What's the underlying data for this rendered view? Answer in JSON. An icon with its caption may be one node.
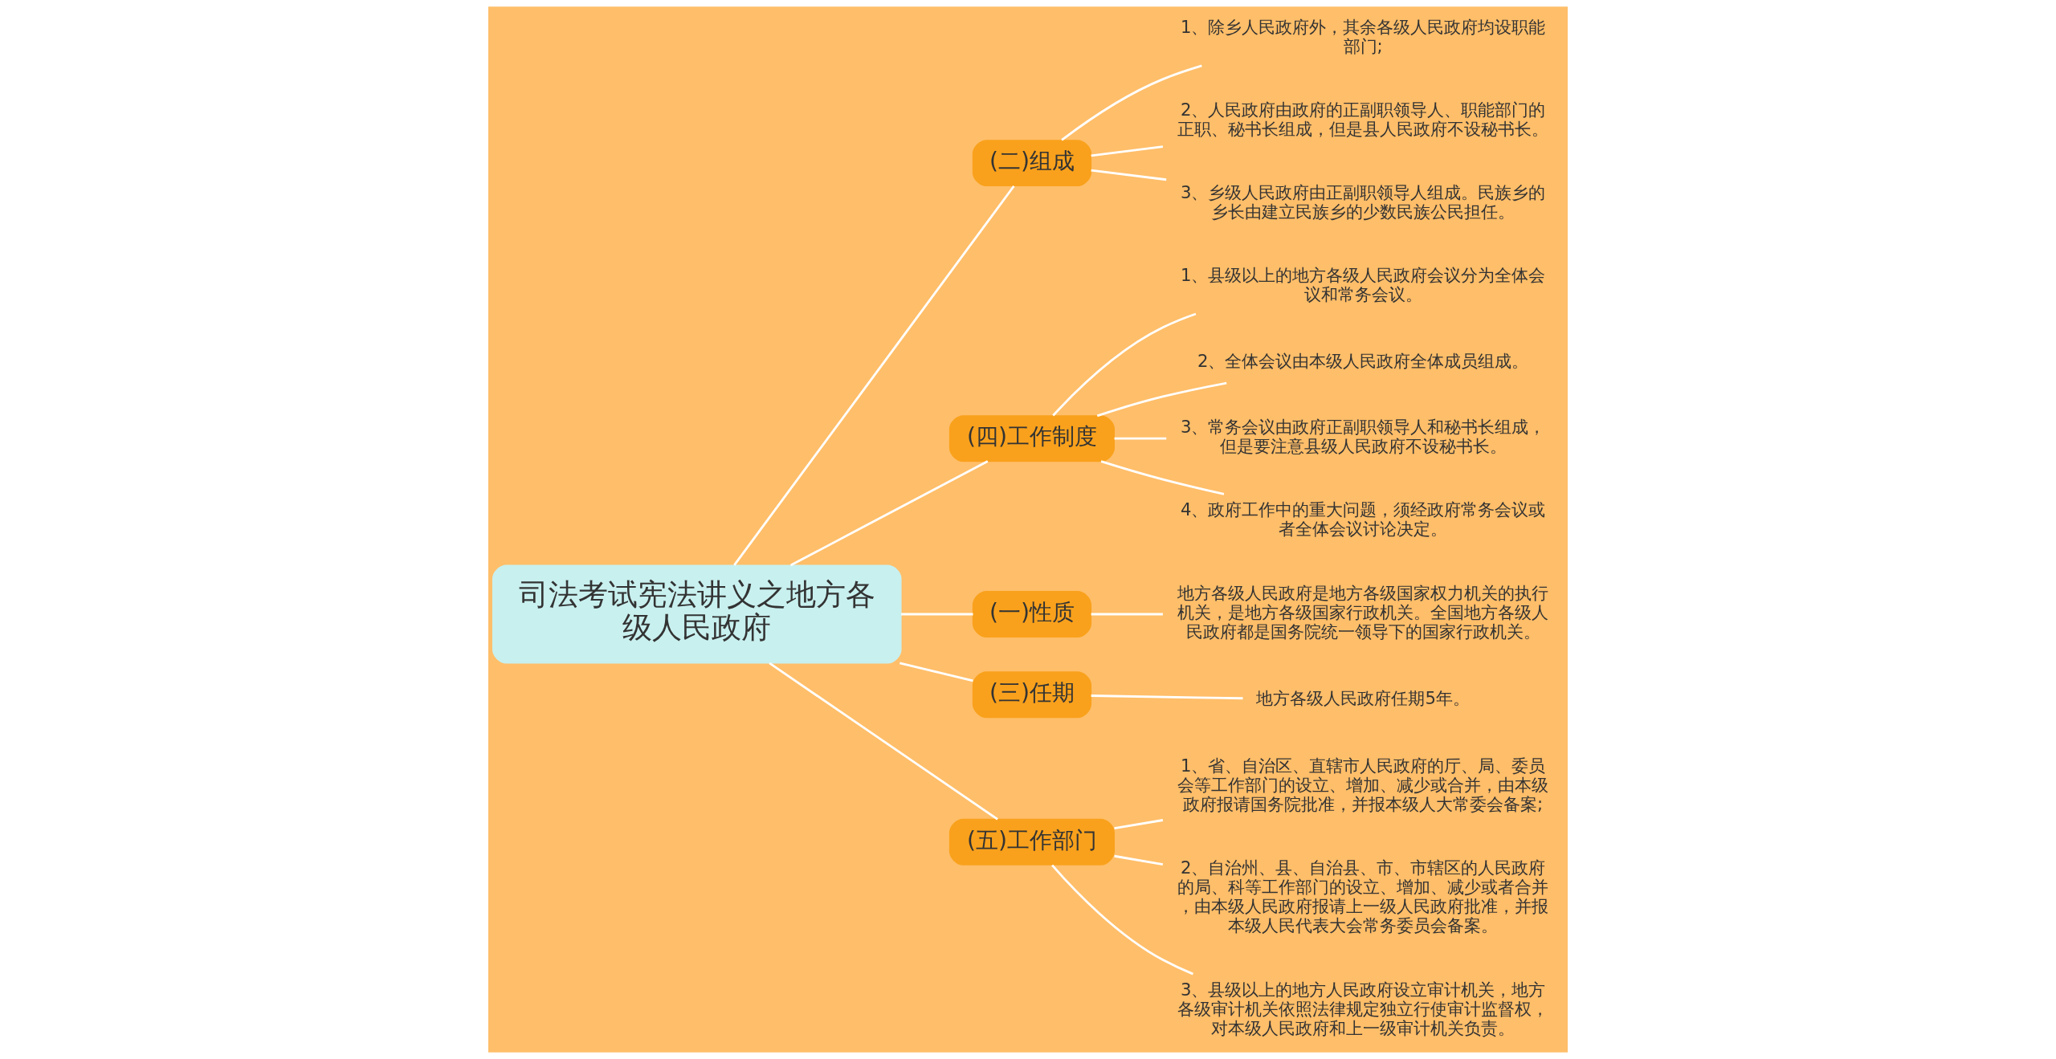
{
  "diagram": {
    "nodes": [
      {
        "text": [
          "司法考试宪法讲义之地方各级人民政府"
        ]
      },
      {
        "text": [
          "(二)组成"
        ]
      },
      {
        "text": [
          "1、除乡人民政府外，其余各级人民政府均设职能部门;"
        ]
      },
      {
        "text": [
          "2、人民政府由政府的正副职领导人、职能部门的正职、秘书长组成，但是县人民政府不设秘书长。"
        ]
      },
      {
        "text": [
          "3、乡级人民政府由正副职领导人组成。民族乡的乡长由建立民族乡的少数民族公民担任。"
        ]
      },
      {
        "text": [
          "(四)工作制度"
        ]
      },
      {
        "text": [
          "1、县级以上的地方各级人民政府会议分为全体会议和常务会议。"
        ]
      },
      {
        "text": [
          "2、全体会议由本级人民政府全体成员组成。"
        ]
      },
      {
        "text": [
          "3、常务会议由政府正副职领导人和秘书长组成，但是要注意县级人民政府不设秘书长。"
        ]
      },
      {
        "text": [
          "4、政府工作中的重大问题，须经政府常务会议或者全体会议讨论决定。"
        ]
      },
      {
        "text": [
          "(一)性质"
        ]
      },
      {
        "text": [
          "地方各级人民政府是地方各级国家权力机关的执行机关，是地方各级国家行政机关。全国地方各级人民政府都是国务院统一领导下的国家行政机关。"
        ]
      },
      {
        "text": [
          "(三)任期"
        ]
      },
      {
        "text": [
          "地方各级人民政府任期5年。"
        ]
      },
      {
        "text": [
          "(五)工作部门"
        ]
      },
      {
        "text": [
          "1、省、自治区、直辖市人民政府的厅、局、委员会等工作部门的设立、增加、减少或合并，由本级政府报请国务院批准，并报本级人大常委会备案;"
        ]
      },
      {
        "text": [
          "2、自治州、县、自治县、市、市辖区的人民政府的局、科等工作部门的设立、增加、减少或者合并，由本级人民政府报请上一级人民政府批准，并报本级人民代表大会常务委员会备案。"
        ]
      },
      {
        "text": [
          "3、县级以上的地方人民政府设立审计机关，地方各级审计机关依照法律规定独立行使审计监督权，对本级人民政府和上一级审计机关负责。"
        ]
      }
    ],
    "edges": [
      {
        "from": 0,
        "to": 1,
        "arrow": "none"
      },
      {
        "from": 1,
        "to": 2,
        "arrow": "none"
      },
      {
        "from": 1,
        "to": 3,
        "arrow": "none"
      },
      {
        "from": 1,
        "to": 4,
        "arrow": "none"
      },
      {
        "from": 0,
        "to": 5,
        "arrow": "none"
      },
      {
        "from": 5,
        "to": 6,
        "arrow": "none"
      },
      {
        "from": 5,
        "to": 7,
        "arrow": "none"
      },
      {
        "from": 5,
        "to": 8,
        "arrow": "none"
      },
      {
        "from": 5,
        "to": 9,
        "arrow": "none"
      },
      {
        "from": 0,
        "to": 10,
        "arrow": "none"
      },
      {
        "from": 10,
        "to": 11,
        "arrow": "none"
      },
      {
        "from": 0,
        "to": 12,
        "arrow": "none"
      },
      {
        "from": 12,
        "to": 13,
        "arrow": "none"
      },
      {
        "from": 0,
        "to": 14,
        "arrow": "none"
      },
      {
        "from": 14,
        "to": 15,
        "arrow": "none"
      },
      {
        "from": 14,
        "to": 16,
        "arrow": "none"
      },
      {
        "from": 14,
        "to": 17,
        "arrow": "none"
      }
    ]
  }
}
